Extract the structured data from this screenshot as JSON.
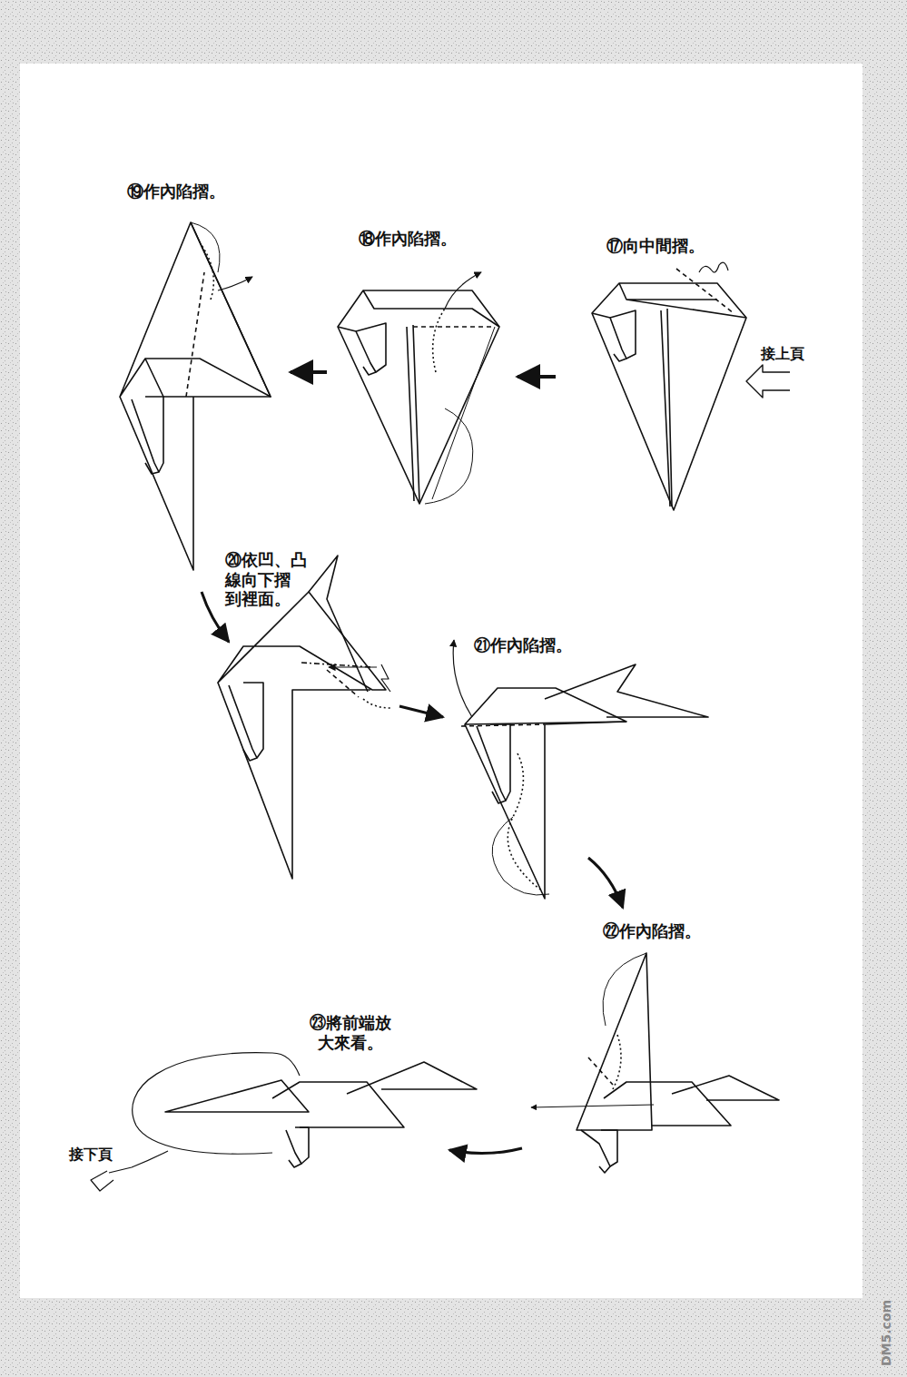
{
  "diagram": {
    "labels": [
      "⑲作內陷摺。",
      "⑱作內陷摺。",
      "⑰向中間摺。",
      "接上頁",
      "⑳依凹、凸 線向下摺 到裡面。",
      "㉑作內陷摺。",
      "㉒作內陷摺。",
      "㉓將前端放 大來看。",
      "接下頁",
      "DM5.com"
    ]
  }
}
